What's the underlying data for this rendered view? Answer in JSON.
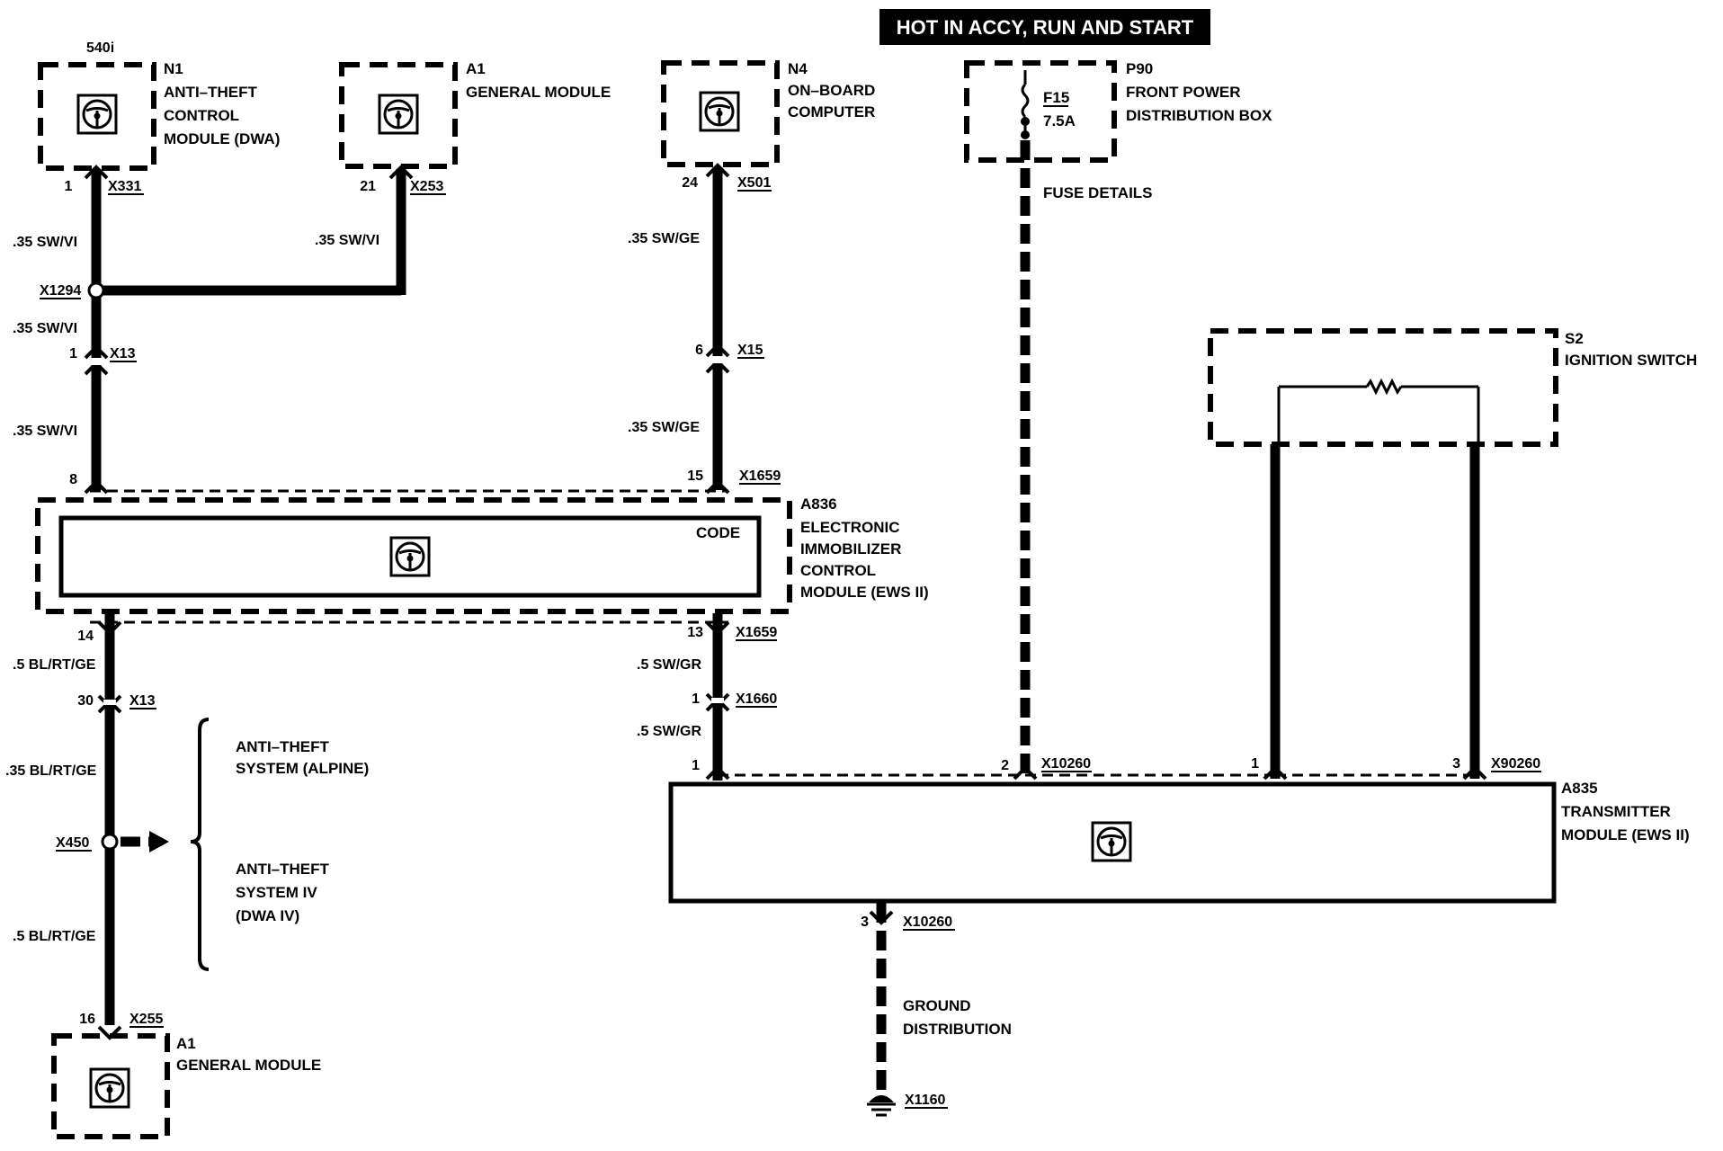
{
  "header": {
    "banner": "HOT IN ACCY, RUN AND START"
  },
  "variant": "540i",
  "components": {
    "n1": {
      "id": "N1",
      "line1": "ANTI–THEFT",
      "line2": "CONTROL",
      "line3": "MODULE (DWA)",
      "connector": "X331",
      "pin": "1"
    },
    "a1_top": {
      "id": "A1",
      "line1": "GENERAL MODULE",
      "connector": "X253",
      "pin": "21"
    },
    "n4": {
      "id": "N4",
      "line1": "ON–BOARD",
      "line2": "COMPUTER",
      "connector": "X501",
      "pin": "24"
    },
    "p90": {
      "id": "P90",
      "line1": "FRONT POWER",
      "line2": "DISTRIBUTION BOX",
      "fuse": "F15",
      "rating": "7.5A",
      "note": "FUSE DETAILS"
    },
    "s2": {
      "id": "S2",
      "line1": "IGNITION SWITCH"
    },
    "a836": {
      "id": "A836",
      "line1": "ELECTRONIC",
      "line2": "IMMOBILIZER",
      "line3": "CONTROL",
      "line4": "MODULE (EWS II)",
      "code": "CODE"
    },
    "a835": {
      "id": "A835",
      "line1": "TRANSMITTER",
      "line2": "MODULE (EWS II)"
    },
    "a1_bottom": {
      "id": "A1",
      "line1": "GENERAL MODULE",
      "connector": "X255",
      "pin": "16"
    },
    "ground": {
      "line1": "GROUND",
      "line2": "DISTRIBUTION",
      "connector": "X1160"
    }
  },
  "wires": {
    "sw_vi": ".35 SW/VI",
    "sw_ge": ".35 SW/GE",
    "bl_rt_ge_5": ".5 BL/RT/GE",
    "bl_rt_ge_35": ".35 BL/RT/GE",
    "sw_gr": ".5 SW/GR"
  },
  "connectors": {
    "x1294": "X1294",
    "x13_top": {
      "name": "X13",
      "pin": "1"
    },
    "x15": {
      "name": "X15",
      "pin": "6"
    },
    "x1659_in_left": {
      "pin": "8"
    },
    "x1659_in": {
      "name": "X1659",
      "pin": "15"
    },
    "x1659_out_left": {
      "pin": "14"
    },
    "x1659_out": {
      "name": "X1659",
      "pin": "13"
    },
    "x13_bottom": {
      "name": "X13",
      "pin": "30"
    },
    "x1660": {
      "name": "X1660",
      "pin": "1"
    },
    "a835_pin1": "1",
    "x10260_top": {
      "name": "X10260",
      "pin": "2"
    },
    "x90260": {
      "name": "X90260",
      "pin_a": "1",
      "pin_b": "3"
    },
    "x10260_bottom": {
      "name": "X10260",
      "pin": "3"
    },
    "x450": "X450"
  },
  "antitheft": {
    "alpine_line1": "ANTI–THEFT",
    "alpine_line2": "SYSTEM (ALPINE)",
    "dwa_line1": "ANTI–THEFT",
    "dwa_line2": "SYSTEM IV",
    "dwa_line3": "(DWA IV)"
  }
}
